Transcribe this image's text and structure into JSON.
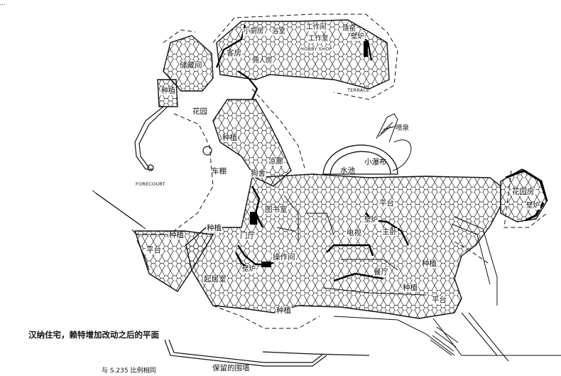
{
  "page": {
    "top_mark": "...",
    "caption": "汉纳住宅，赖特增加改动之后的平面",
    "scale_note": "与 S.235 比例相同"
  },
  "rooms": {
    "storage": "储藏间",
    "planting_nw": "种植",
    "garden": "花园",
    "guest_room": "客房",
    "small_kitchen": "小厨房",
    "bathroom_n": "浴室",
    "servant_room": "佣人房",
    "workshop_cn": "工作间",
    "workshop_cn2": "工作室",
    "workshop_en": "HOBBY SHOP",
    "kiln": "烧窑",
    "fireplace_ne": "壁炉",
    "terrace_en": "TERRACE",
    "planting_mid": "种植",
    "forecourt_en": "FORECOURT",
    "carport": "车棚",
    "pavilion": "凉廊",
    "doghouse": "狗舍",
    "pool": "水池",
    "spring": "喷泉",
    "waterfall": "小瀑布",
    "flower_room": "花园房",
    "fireplace_e": "壁炉",
    "library": "图书室",
    "terrace_e": "平台",
    "planting_w1": "种植",
    "planting_w2": "种植",
    "terrace_w": "平台",
    "entry": "门厅",
    "tv": "电视",
    "fireplace_mid": "壁炉",
    "master_bed": "主卧",
    "workroom": "操作间",
    "fireplace_living": "壁炉",
    "living": "起居室",
    "dining": "餐厅",
    "planting_se": "种植",
    "planting_se2": "种植",
    "terrace_s": "平台",
    "planting_s": "种植",
    "retaining_wall": "保留的围墙"
  }
}
